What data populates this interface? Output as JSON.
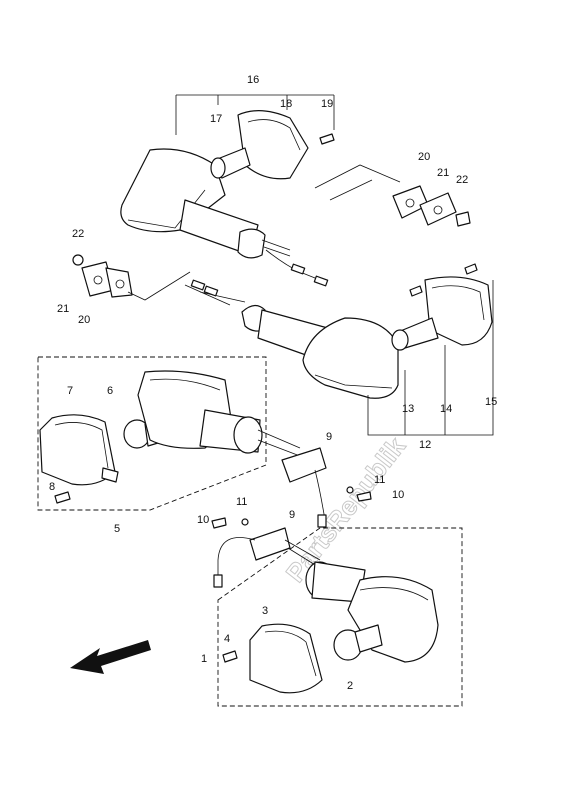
{
  "watermark": "PartsRepublik",
  "labels": {
    "l1": "1",
    "l2": "2",
    "l3": "3",
    "l4": "4",
    "l5": "5",
    "l6": "6",
    "l7": "7",
    "l8": "8",
    "l9a": "9",
    "l9b": "9",
    "l10a": "10",
    "l10b": "10",
    "l11a": "11",
    "l11b": "11",
    "l12": "12",
    "l13": "13",
    "l14": "14",
    "l15": "15",
    "l16": "16",
    "l17": "17",
    "l18": "18",
    "l19": "19",
    "l20a": "20",
    "l20b": "20",
    "l21a": "21",
    "l21b": "21",
    "l22a": "22",
    "l22b": "22"
  },
  "icons": {
    "direction": "arrow-icon"
  }
}
